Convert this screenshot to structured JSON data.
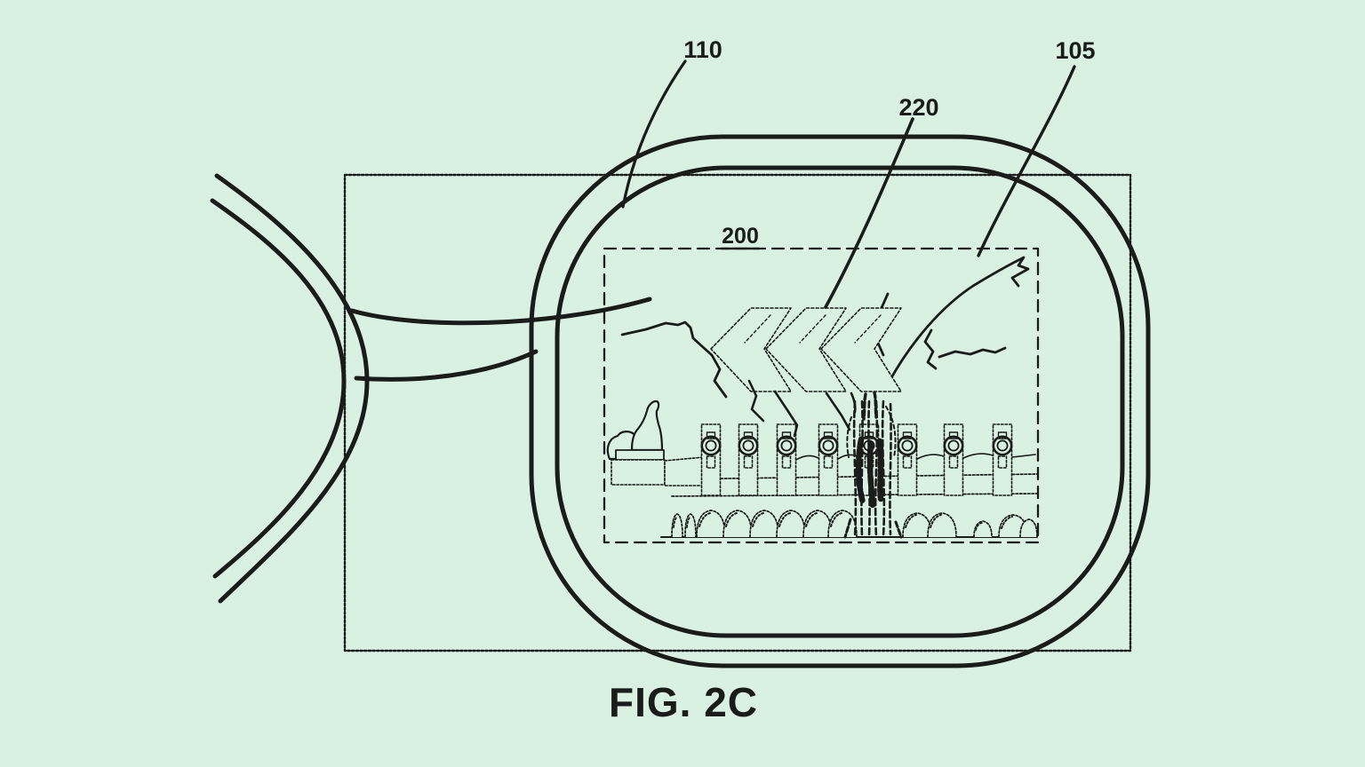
{
  "figure": {
    "caption": "FIG. 2C"
  },
  "labels": {
    "lens": "110",
    "display_area": "105",
    "nav_chevrons": "220",
    "scene_view": "200"
  },
  "icons": {
    "nav_overlay": "triple-chevron-left-icon"
  },
  "colors": {
    "background": "#d9f1e3",
    "ink": "#1b1b1b"
  }
}
